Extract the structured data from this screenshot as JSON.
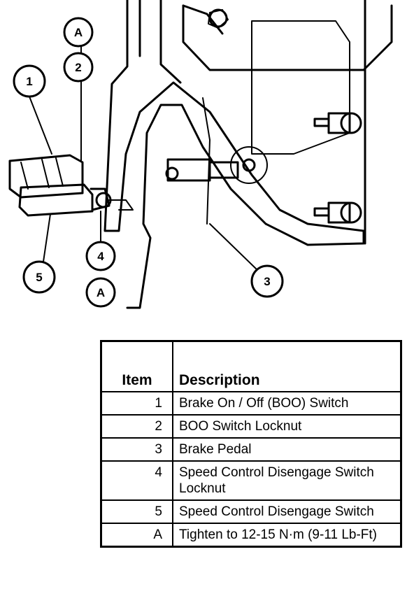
{
  "callouts": {
    "a_top": "A",
    "n2": "2",
    "n1": "1",
    "n5": "5",
    "n4": "4",
    "a_bottom": "A",
    "n3": "3"
  },
  "legend": {
    "headers": {
      "item": "Item",
      "description": "Description"
    },
    "rows": [
      {
        "item": "1",
        "description": "Brake On / Off (BOO) Switch"
      },
      {
        "item": "2",
        "description": "BOO Switch Locknut"
      },
      {
        "item": "3",
        "description": "Brake Pedal"
      },
      {
        "item": "4",
        "description": "Speed Control Disengage Switch Locknut"
      },
      {
        "item": "5",
        "description": "Speed Control Disengage Switch"
      },
      {
        "item": "A",
        "description": "Tighten to 12-15 N·m (9-11 Lb-Ft)"
      }
    ]
  }
}
